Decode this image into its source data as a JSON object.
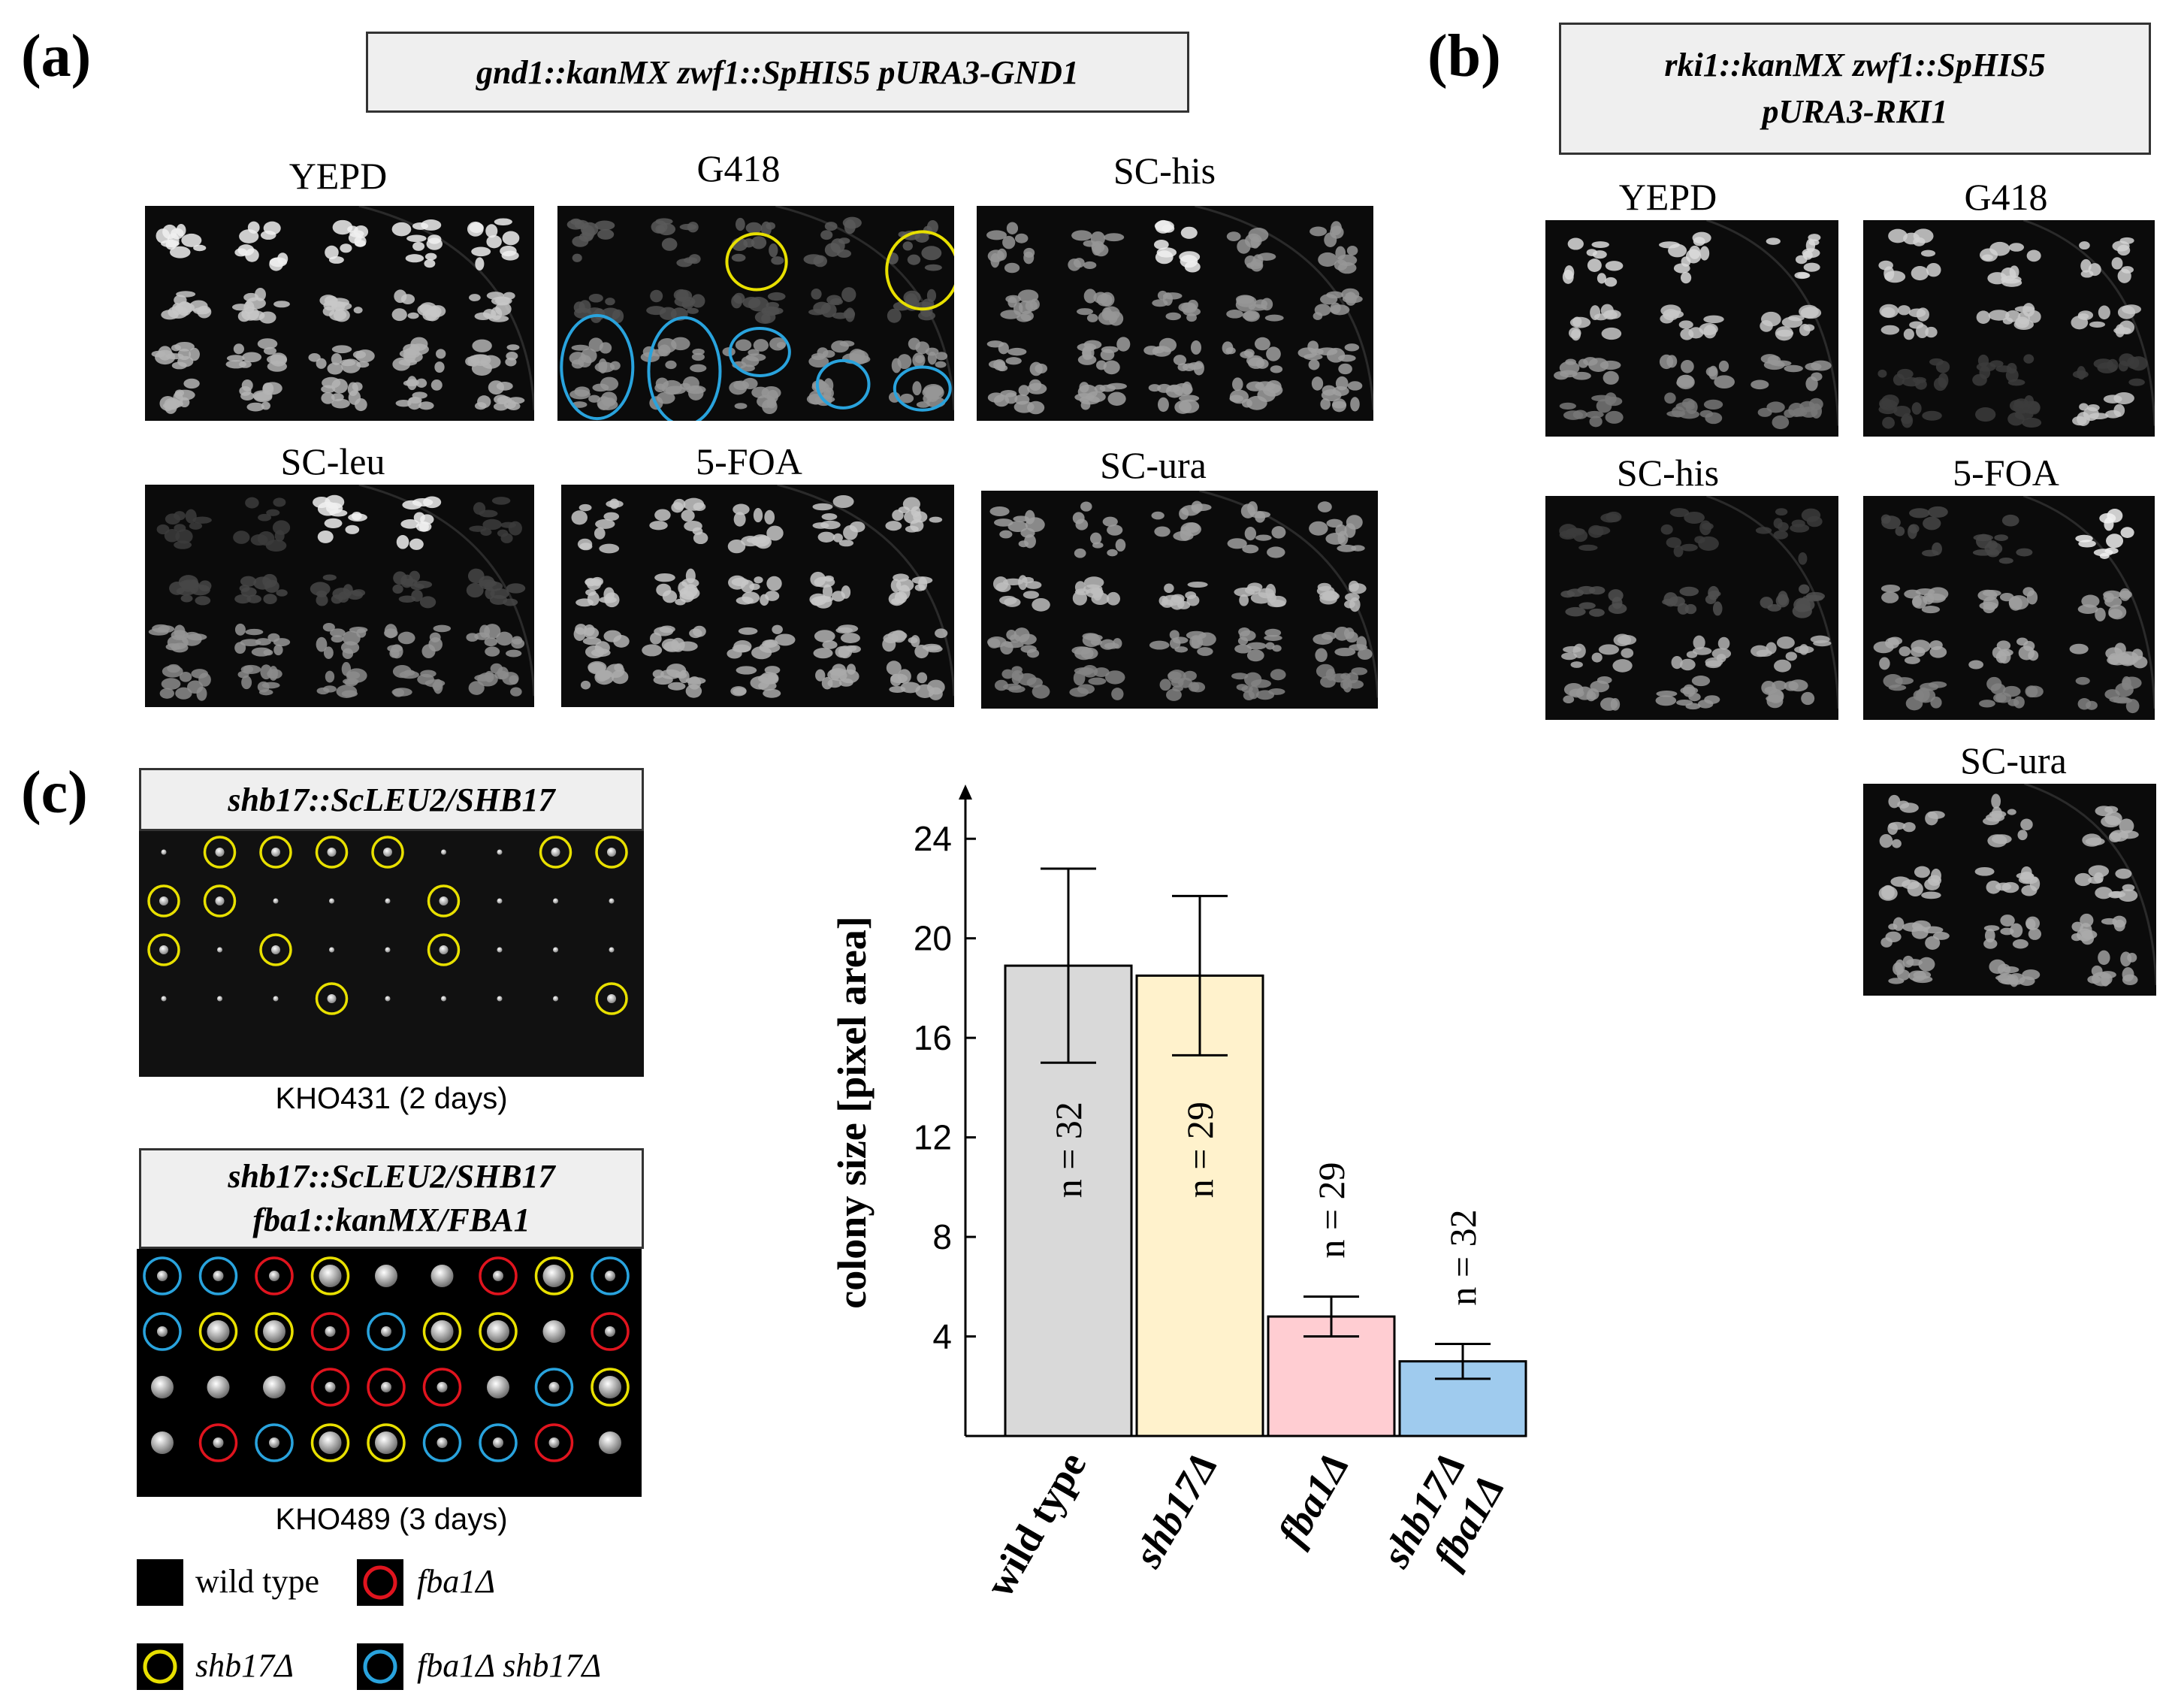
{
  "panels": {
    "a": {
      "letter": "(a)",
      "genotype": "gnd1::kanMX zwf1::SpHIS5 pURA3-GND1",
      "plates": [
        {
          "label": "YEPD"
        },
        {
          "label": "G418"
        },
        {
          "label": "SC-his"
        },
        {
          "label": "SC-leu"
        },
        {
          "label": "5-FOA"
        },
        {
          "label": "SC-ura"
        }
      ]
    },
    "b": {
      "letter": "(b)",
      "genotype_line1": "rki1::kanMX zwf1::SpHIS5",
      "genotype_line2": "pURA3-RKI1",
      "plates": [
        {
          "label": "YEPD"
        },
        {
          "label": "G418"
        },
        {
          "label": "SC-his"
        },
        {
          "label": "5-FOA"
        },
        {
          "label": "SC-ura"
        }
      ]
    },
    "c": {
      "letter": "(c)",
      "tetrad1": {
        "genotype": "shb17::ScLEU2/SHB17",
        "caption": "KHO431 (2 days)"
      },
      "tetrad2": {
        "genotype_line1": "shb17::ScLEU2/SHB17",
        "genotype_line2": "fba1::kanMX/FBA1",
        "caption": "KHO489 (3 days)"
      },
      "legend": [
        {
          "label": "wild type",
          "marker": "black-square"
        },
        {
          "label": "fba1Δ",
          "marker": "red-circle",
          "color": "#e0141e"
        },
        {
          "label": "shb17Δ",
          "marker": "yellow-circle",
          "color": "#e8e000"
        },
        {
          "label": "fba1Δ shb17Δ",
          "marker": "blue-circle",
          "color": "#29a3dd"
        }
      ]
    }
  },
  "chart_data": {
    "type": "bar",
    "ylabel": "colony size [pixel area]",
    "yticks": [
      "4",
      "8",
      "12",
      "16",
      "20",
      "24"
    ],
    "ylim": [
      0,
      26
    ],
    "categories": [
      "wild type",
      "shb17Δ",
      "fba1Δ",
      "shb17Δ fba1Δ"
    ],
    "category_lines": [
      [
        "wild type"
      ],
      [
        "shb17Δ"
      ],
      [
        "fba1Δ"
      ],
      [
        "shb17Δ",
        "fba1Δ"
      ]
    ],
    "values": [
      18.9,
      18.5,
      4.8,
      3.0
    ],
    "errors": [
      3.9,
      3.2,
      0.8,
      0.7
    ],
    "n_labels": [
      "n = 32",
      "n = 29",
      "n = 29",
      "n = 32"
    ],
    "colors": [
      "#d9d9d9",
      "#fff2cc",
      "#ffcdd2",
      "#9fcbee"
    ],
    "grid": false
  }
}
